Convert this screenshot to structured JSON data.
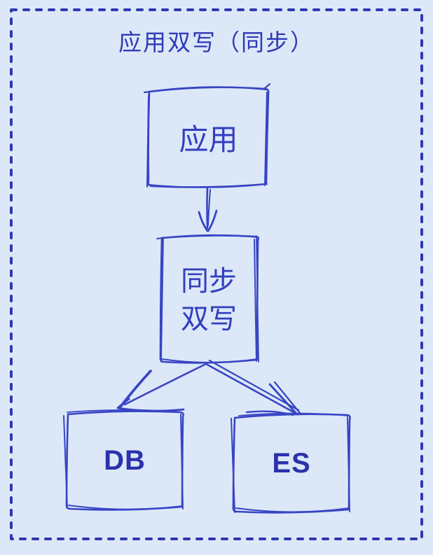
{
  "diagram": {
    "title": "应用双写（同步）",
    "style": "hand-drawn-sketch",
    "colors": {
      "background": "#dce8f8",
      "stroke": "#3845c4",
      "text": "#2e36ae",
      "dashed_border": "#2e38b2"
    },
    "nodes": [
      {
        "id": "app",
        "label": "应用"
      },
      {
        "id": "sync-dual-write",
        "label": "同步双写",
        "lines": [
          "同步",
          "双写"
        ]
      },
      {
        "id": "db",
        "label": "DB"
      },
      {
        "id": "es",
        "label": "ES"
      }
    ],
    "edges": [
      {
        "from": "应用",
        "to": "同步双写"
      },
      {
        "from": "同步双写",
        "to": "DB"
      },
      {
        "from": "同步双写",
        "to": "ES"
      }
    ]
  }
}
